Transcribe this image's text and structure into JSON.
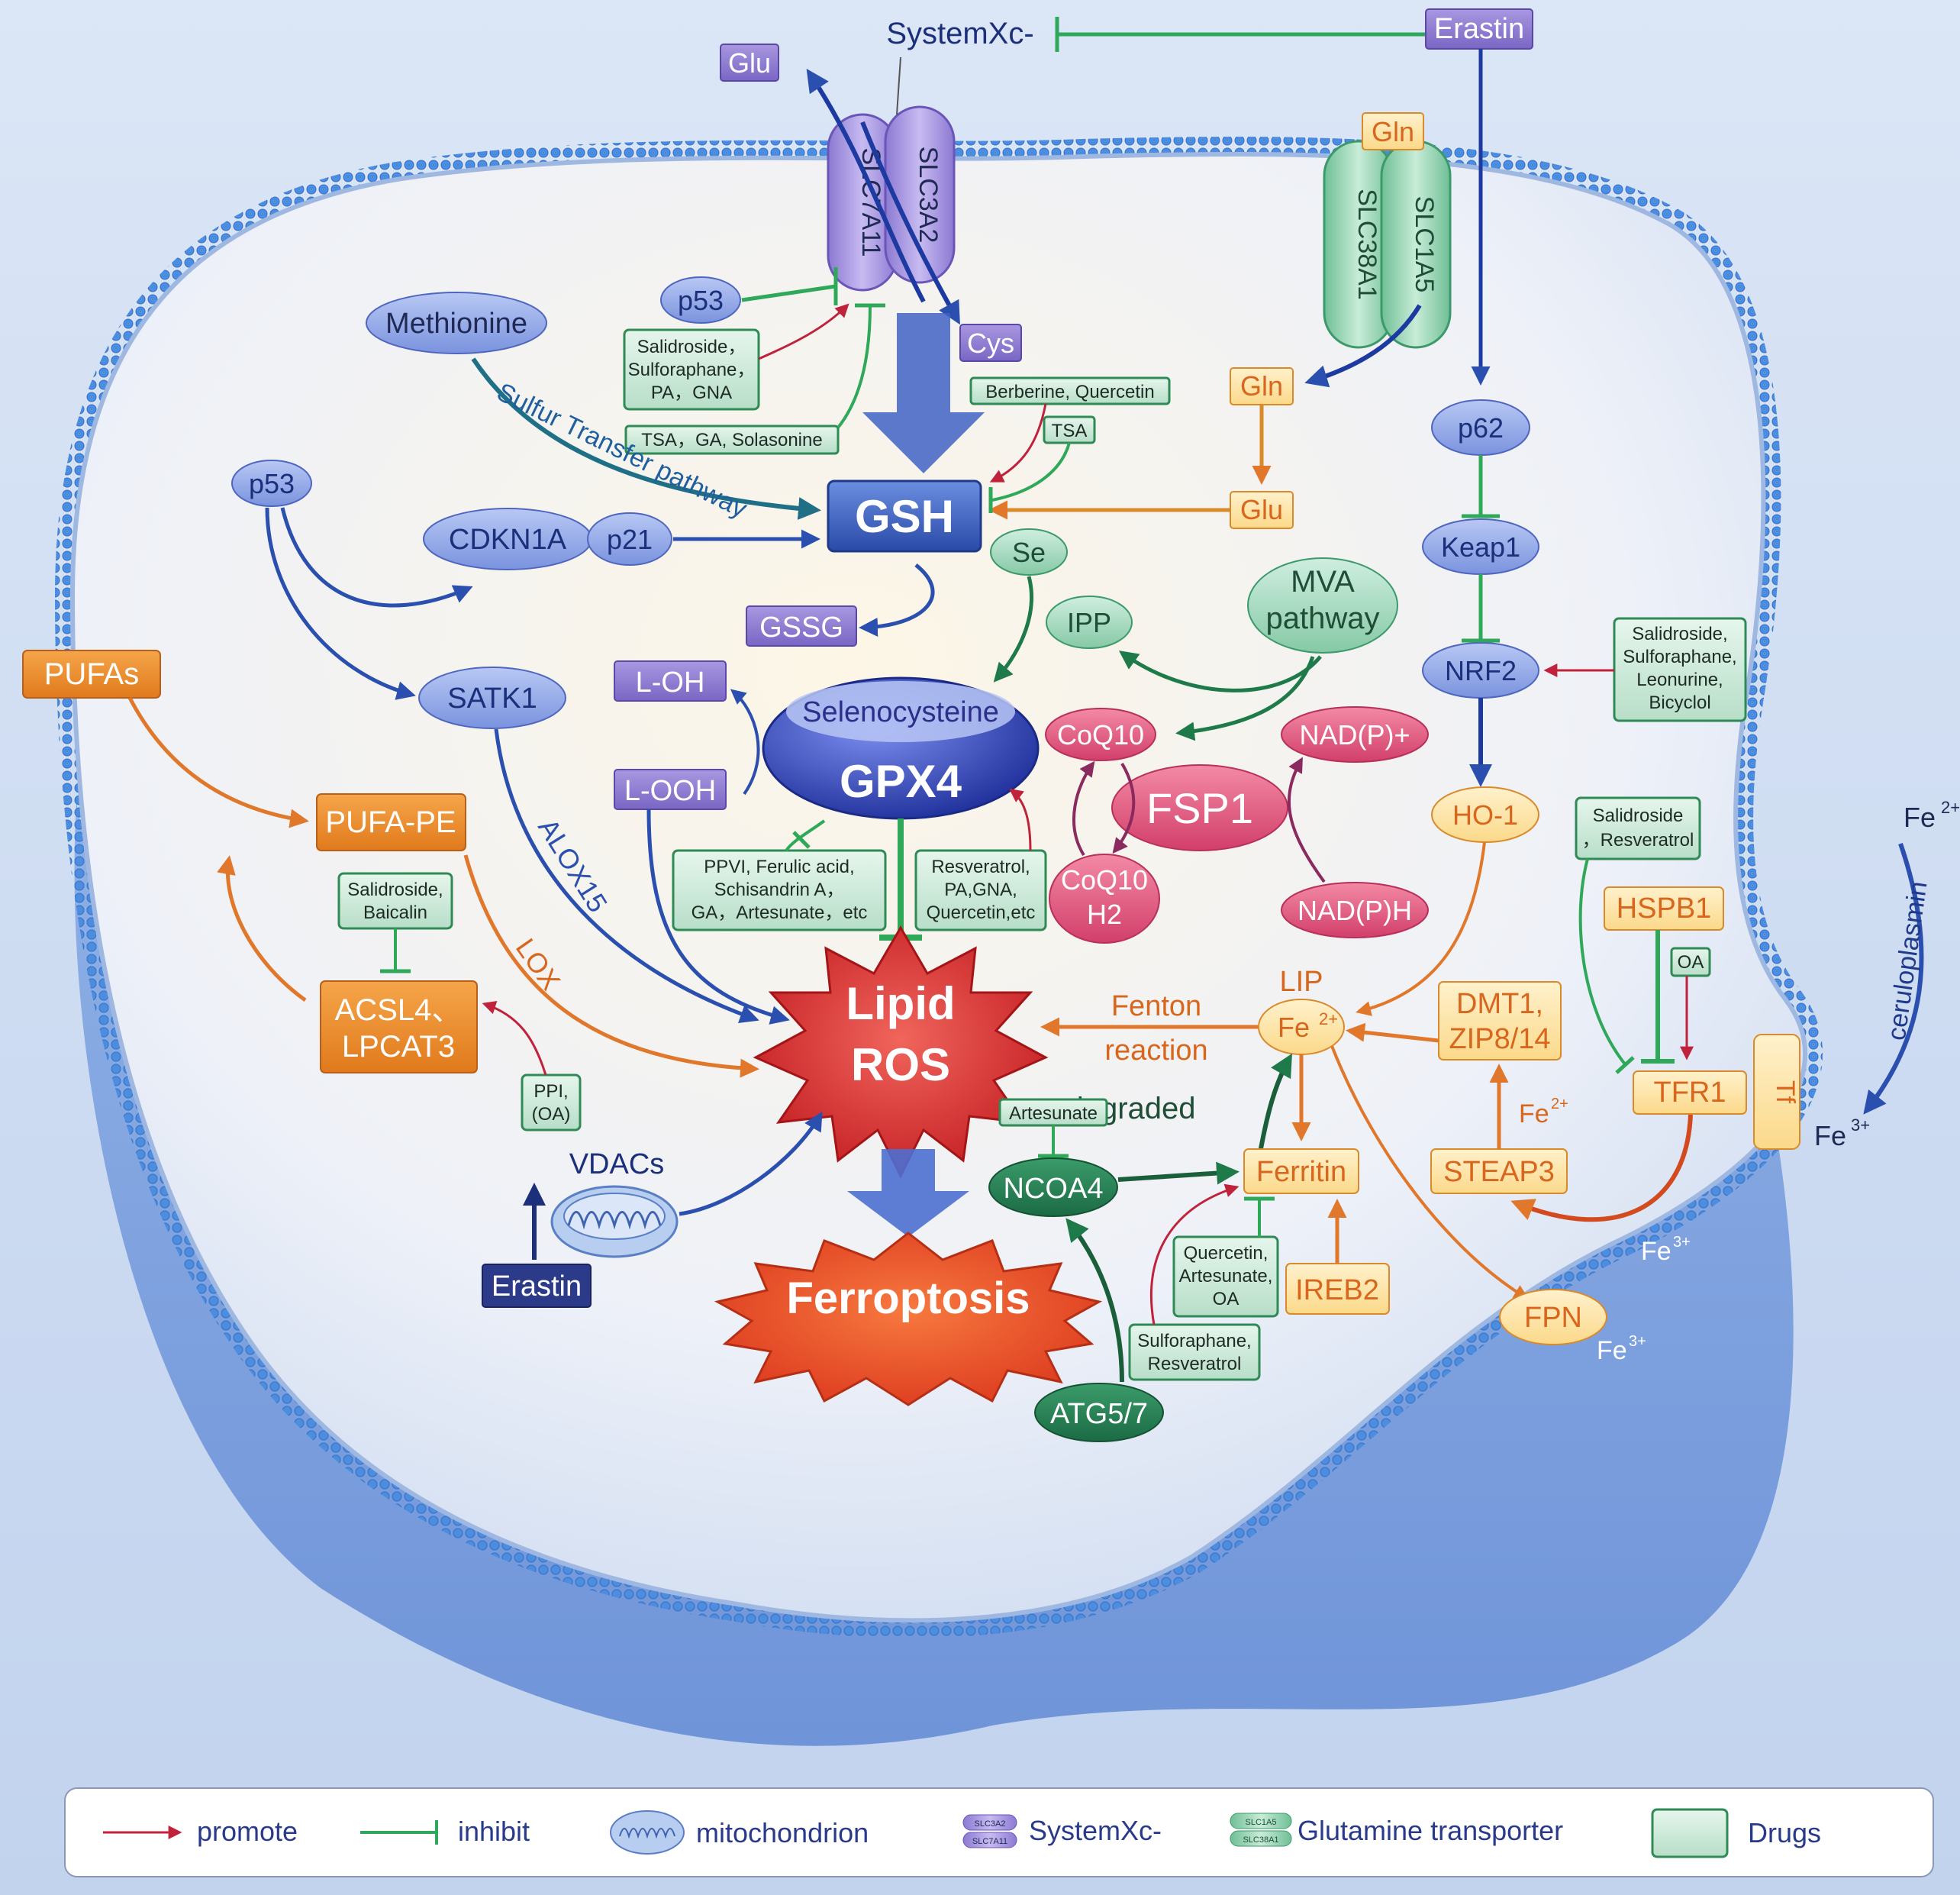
{
  "transport": {
    "systemxc": "SystemXc-",
    "erastin_top": "Erastin",
    "glu_out": "Glu",
    "slc7a11": "SLC7A11",
    "slc3a2": "SLC3A2",
    "gln_out": "Gln",
    "slc38a1": "SLC38A1",
    "slc1a5": "SLC1A5",
    "cys": "Cys",
    "gln_in": "Gln",
    "glu_in": "Glu"
  },
  "gsh_path": {
    "p53_top": "p53",
    "methionine": "Methionine",
    "sulfur_pathway": "Sulfur Transfer pathway",
    "gsh": "GSH",
    "se": "Se",
    "gssg": "GSSG",
    "p53_left": "p53",
    "cdkn1a": "CDKN1A",
    "p21": "p21",
    "satk1": "SATK1",
    "alox15": "ALOX15",
    "lox": "LOX"
  },
  "gpx4": {
    "selenocysteine": "Selenocysteine",
    "gpx4": "GPX4",
    "l_oh": "L-OH",
    "l_ooh": "L-OOH",
    "ipp": "IPP",
    "mva_line1": "MVA",
    "mva_line2": "pathway",
    "coq10": "CoQ10",
    "coq10h2_line1": "CoQ10",
    "coq10h2_line2": "H2",
    "fsp1": "FSP1",
    "nadp_plus": "NAD(P)+",
    "nadph": "NAD(P)H"
  },
  "lipid": {
    "pufas": "PUFAs",
    "pufa_pe": "PUFA-PE",
    "acsl4_line1": "ACSL4、",
    "acsl4_line2": "LPCAT3",
    "lipid_ros_line1": "Lipid",
    "lipid_ros_line2": "ROS",
    "ferroptosis": "Ferroptosis",
    "vdacs": "VDACs",
    "erastin_bottom": "Erastin"
  },
  "nrf2": {
    "p62": "p62",
    "keap1": "Keap1",
    "nrf2": "NRF2",
    "ho1": "HO-1"
  },
  "iron": {
    "lip": "LIP",
    "fe2_lip": "Fe",
    "fenton_line1": "Fenton",
    "fenton_line2": "reaction",
    "degraded": "degraded",
    "dmt1_line1": "DMT1,",
    "dmt1_line2": "ZIP8/14",
    "ferritin": "Ferritin",
    "ireb2": "IREB2",
    "ncoa4": "NCOA4",
    "atg57": "ATG5/7",
    "steap3": "STEAP3",
    "hspb1": "HSPB1",
    "oa_box": "OA",
    "tfr1": "TFR1",
    "tf": "Tf",
    "fpn": "FPN",
    "ceruloplasmin": "ceruloplasmin",
    "fe2_steap": "Fe",
    "fe3_tfr": "Fe",
    "fe3_fpn": "Fe",
    "fe2_outer": "Fe",
    "fe3_outer": "Fe",
    "sup_2plus": "2+",
    "sup_3plus": "3+"
  },
  "drugs": {
    "d_slc_promote": [
      "Salidroside，",
      "Sulforaphane，",
      "PA，GNA"
    ],
    "d_slc_inhibit": "TSA，GA, Solasonine",
    "d_berberine": "Berberine, Quercetin",
    "d_tsa": "TSA",
    "d_nrf2": [
      "Salidroside,",
      "Sulforaphane,",
      "Leonurine,",
      "Bicyclol"
    ],
    "d_gpx4_inhibit": [
      "PPVI, Ferulic acid,",
      "Schisandrin A，",
      "GA，Artesunate，etc"
    ],
    "d_gpx4_promote": [
      "Resveratrol,",
      "PA,GNA,",
      "Quercetin,etc"
    ],
    "d_acsl4": [
      "Salidroside,",
      "Baicalin"
    ],
    "d_ppi": [
      "PPI,",
      "(OA)"
    ],
    "d_artesunate": "Artesunate",
    "d_ferritin": [
      "Quercetin,",
      "Artesunate,",
      "OA"
    ],
    "d_ncoa4": [
      "Sulforaphane,",
      "Resveratrol"
    ],
    "d_tfr1": [
      "Salidroside",
      "，Resveratrol"
    ]
  },
  "legend": {
    "promote": "promote",
    "inhibit": "inhibit",
    "mitochondrion": "mitochondrion",
    "systemxc": "SystemXc-",
    "glutamine": "Glutamine transporter",
    "drugs": "Drugs",
    "mini_slc3a2": "SLC3A2",
    "mini_slc7a11": "SLC7A11",
    "mini_slc1a5": "SLC1A5",
    "mini_slc38a1": "SLC38A1"
  },
  "colors": {
    "promote": "#c0223c",
    "inhibit": "#2fa85a",
    "pathway_blue": "#2a4fae",
    "pathway_orange": "#e0772a",
    "drug_fill": "#cfeadc",
    "drug_border": "#2f8a55"
  }
}
